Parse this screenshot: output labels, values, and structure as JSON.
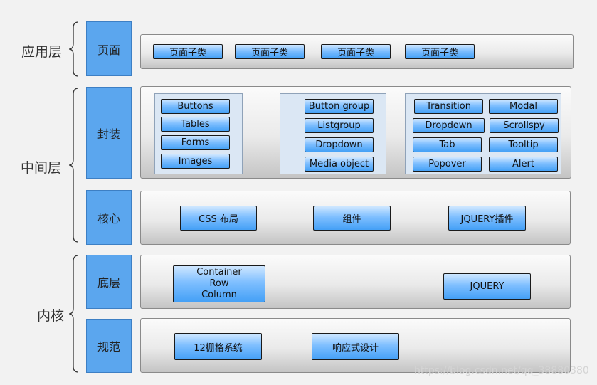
{
  "groups": {
    "application": "应用层",
    "middle": "中间层",
    "kernel": "内核"
  },
  "rows": {
    "page": {
      "label": "页面",
      "buttons": [
        "页面子类",
        "页面子类",
        "页面子类",
        "页面子类"
      ]
    },
    "wrap": {
      "label": "封装",
      "group1": [
        "Buttons",
        "Tables",
        "Forms",
        "Images"
      ],
      "group2": [
        "Button group",
        "Listgroup",
        "Dropdown",
        "Media object"
      ],
      "group3": [
        "Transition",
        "Modal",
        "Dropdown",
        "Scrollspy",
        "Tab",
        "Tooltip",
        "Popover",
        "Alert"
      ]
    },
    "core": {
      "label": "核心",
      "buttons": [
        "CSS 布局",
        "组件",
        "JQUERY插件"
      ]
    },
    "base": {
      "label": "底层",
      "container_lines": [
        "Container",
        "Row",
        "Column"
      ],
      "jquery": "JQUERY"
    },
    "spec": {
      "label": "规范",
      "buttons": [
        "12栅格系统",
        "响应式设计"
      ]
    }
  },
  "colors": {
    "label_fill": "#5ba6ee",
    "button_fill_top": "#cfe7ff",
    "button_fill_bottom": "#44a0f6",
    "subgroup_fill": "#dbe7f4"
  },
  "watermark": "https://blog.csdn.net/qq_38880380"
}
